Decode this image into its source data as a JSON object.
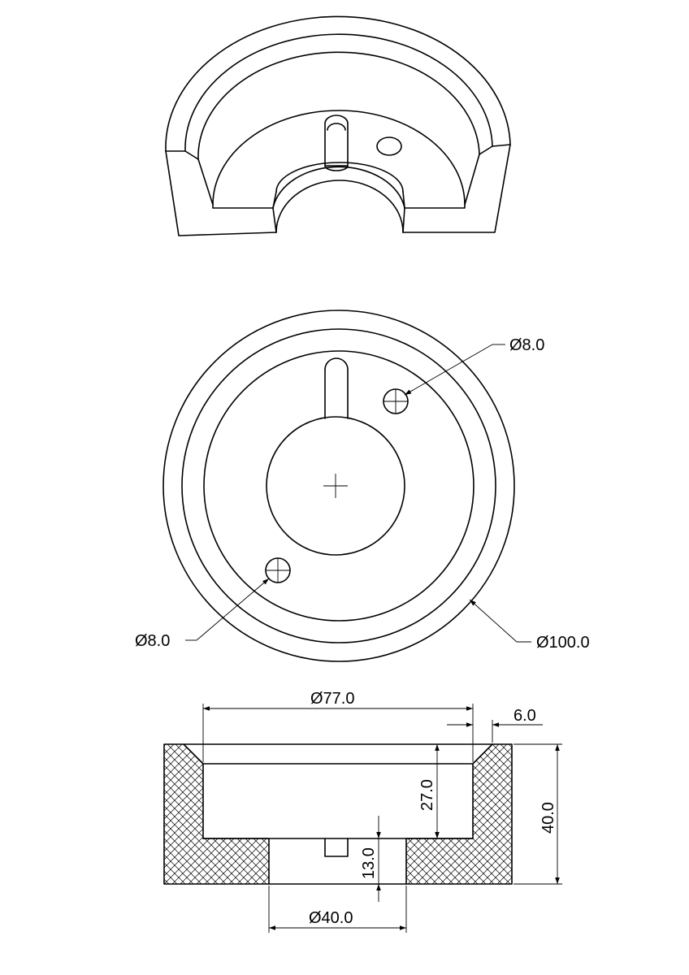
{
  "views": {
    "isometric": {
      "label": ""
    },
    "top": {
      "callouts": {
        "hole_upper": "Ø8.0",
        "hole_lower": "Ø8.0",
        "outer": "Ø100.0"
      }
    },
    "section": {
      "dims": {
        "inner_diameter": "Ø77.0",
        "chamfer": "6.0",
        "pocket_depth": "27.0",
        "height": "40.0",
        "floor_thickness": "13.0",
        "bore_diameter": "Ø40.0"
      }
    }
  },
  "colors": {
    "line": "#000000",
    "background": "#ffffff"
  }
}
